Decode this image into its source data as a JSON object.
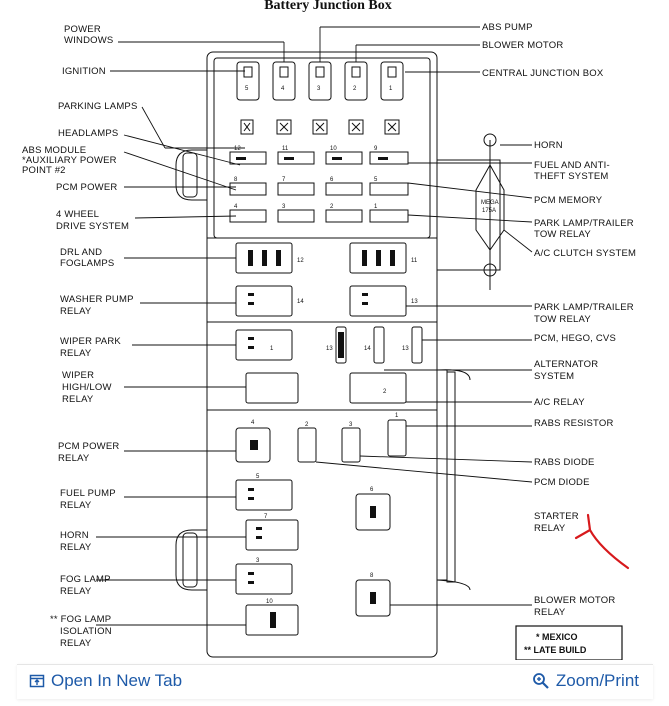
{
  "title": "Battery Junction Box",
  "colors": {
    "line": "#111111",
    "annotation": "#d7191c",
    "link": "#1e5aa8"
  },
  "labels": {
    "power_windows": [
      "POWER",
      "WINDOWS"
    ],
    "ignition": "IGNITION",
    "parking_lamps": "PARKING LAMPS",
    "headlamps": "HEADLAMPS",
    "abs_module": [
      "ABS MODULE",
      "*AUXILIARY POWER",
      "POINT #2"
    ],
    "pcm_power": "PCM POWER",
    "four_wheel_drive": [
      "4 WHEEL",
      "DRIVE SYSTEM"
    ],
    "drl_foglamps": [
      "DRL AND",
      "FOGLAMPS"
    ],
    "washer_pump_relay": [
      "WASHER PUMP",
      "RELAY"
    ],
    "wiper_park_relay": [
      "WIPER PARK",
      "RELAY"
    ],
    "wiper_high_low_relay": [
      "WIPER",
      "HIGH/LOW",
      "RELAY"
    ],
    "pcm_power_relay": [
      "PCM POWER",
      "RELAY"
    ],
    "fuel_pump_relay": [
      "FUEL PUMP",
      "RELAY"
    ],
    "horn_relay": [
      "HORN",
      "RELAY"
    ],
    "fog_lamp_relay": [
      "FOG LAMP",
      "RELAY"
    ],
    "fog_lamp_isolation_relay": [
      "** FOG LAMP",
      "ISOLATION",
      "RELAY"
    ],
    "abs_pump": "ABS PUMP",
    "blower_motor": "BLOWER MOTOR",
    "central_junction_box": "CENTRAL JUNCTION BOX",
    "horn": "HORN",
    "fuel_anti_theft": [
      "FUEL AND ANTI-",
      "THEFT SYSTEM"
    ],
    "pcm_memory": "PCM MEMORY",
    "park_lamp_trailer_tow_relay_top": [
      "PARK LAMP/TRAILER",
      "TOW RELAY"
    ],
    "ac_clutch_system": "A/C CLUTCH SYSTEM",
    "park_lamp_trailer_tow_relay_mid": [
      "PARK LAMP/TRAILER",
      "TOW RELAY"
    ],
    "pcm_hego_cvs": "PCM, HEGO, CVS",
    "alternator_system": [
      "ALTERNATOR",
      "SYSTEM"
    ],
    "ac_relay": "A/C RELAY",
    "rabs_resistor": "RABS RESISTOR",
    "rabs_diode": "RABS DIODE",
    "pcm_diode": "PCM DIODE",
    "starter_relay": [
      "STARTER",
      "RELAY"
    ],
    "blower_motor_relay": [
      "BLOWER MOTOR",
      "RELAY"
    ]
  },
  "fuse_numbers": {
    "maxi": [
      "5",
      "4",
      "3",
      "2",
      "1"
    ],
    "mini_rows": [
      [
        "12",
        "11",
        "10",
        "9"
      ],
      [
        "8",
        "7",
        "6",
        "5"
      ],
      [
        "4",
        "3",
        "2",
        "1"
      ]
    ],
    "mega": [
      "MEGA",
      "175A"
    ],
    "relays": [
      "12",
      "11",
      "14",
      "13",
      "1",
      "2",
      "13",
      "14",
      "13",
      "4",
      "2",
      "3",
      "1",
      "5",
      "6",
      "7",
      "3",
      "8",
      "10"
    ]
  },
  "legend": [
    "* MEXICO",
    "** LATE BUILD"
  ],
  "toolbar": {
    "open_new_tab": "Open In New Tab",
    "zoom_print": "Zoom/Print"
  }
}
